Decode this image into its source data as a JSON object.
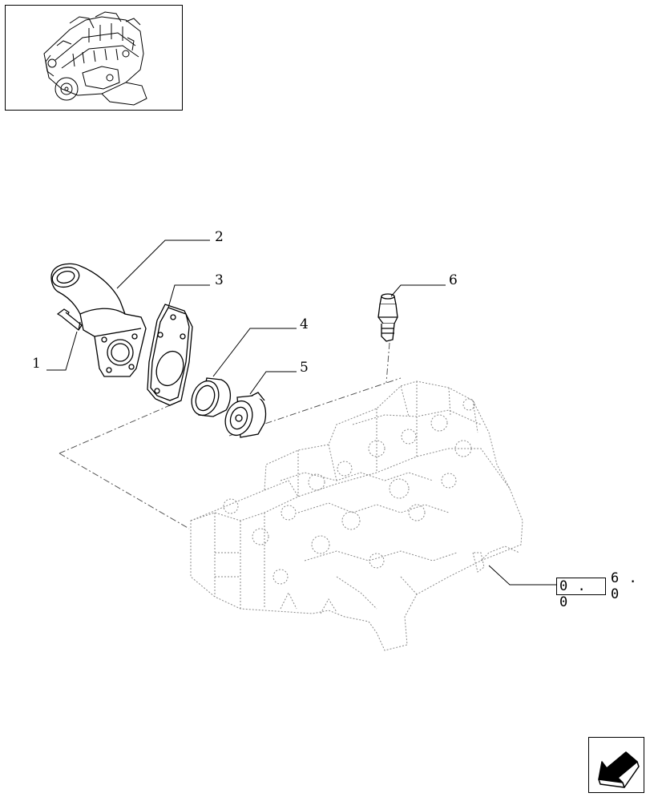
{
  "thumbnail": {
    "icon": "engine-thumbnail-icon"
  },
  "callouts": [
    {
      "id": "1",
      "label": "1"
    },
    {
      "id": "2",
      "label": "2"
    },
    {
      "id": "3",
      "label": "3"
    },
    {
      "id": "4",
      "label": "4"
    },
    {
      "id": "5",
      "label": "5"
    },
    {
      "id": "6",
      "label": "6"
    }
  ],
  "reference": {
    "boxed": "0 . 0",
    "rest": "6 . 0"
  },
  "navigation": {
    "icon": "back-arrow-icon"
  },
  "colors": {
    "line": "#000000",
    "ghost": "#8a8a8a",
    "background": "#ffffff"
  }
}
